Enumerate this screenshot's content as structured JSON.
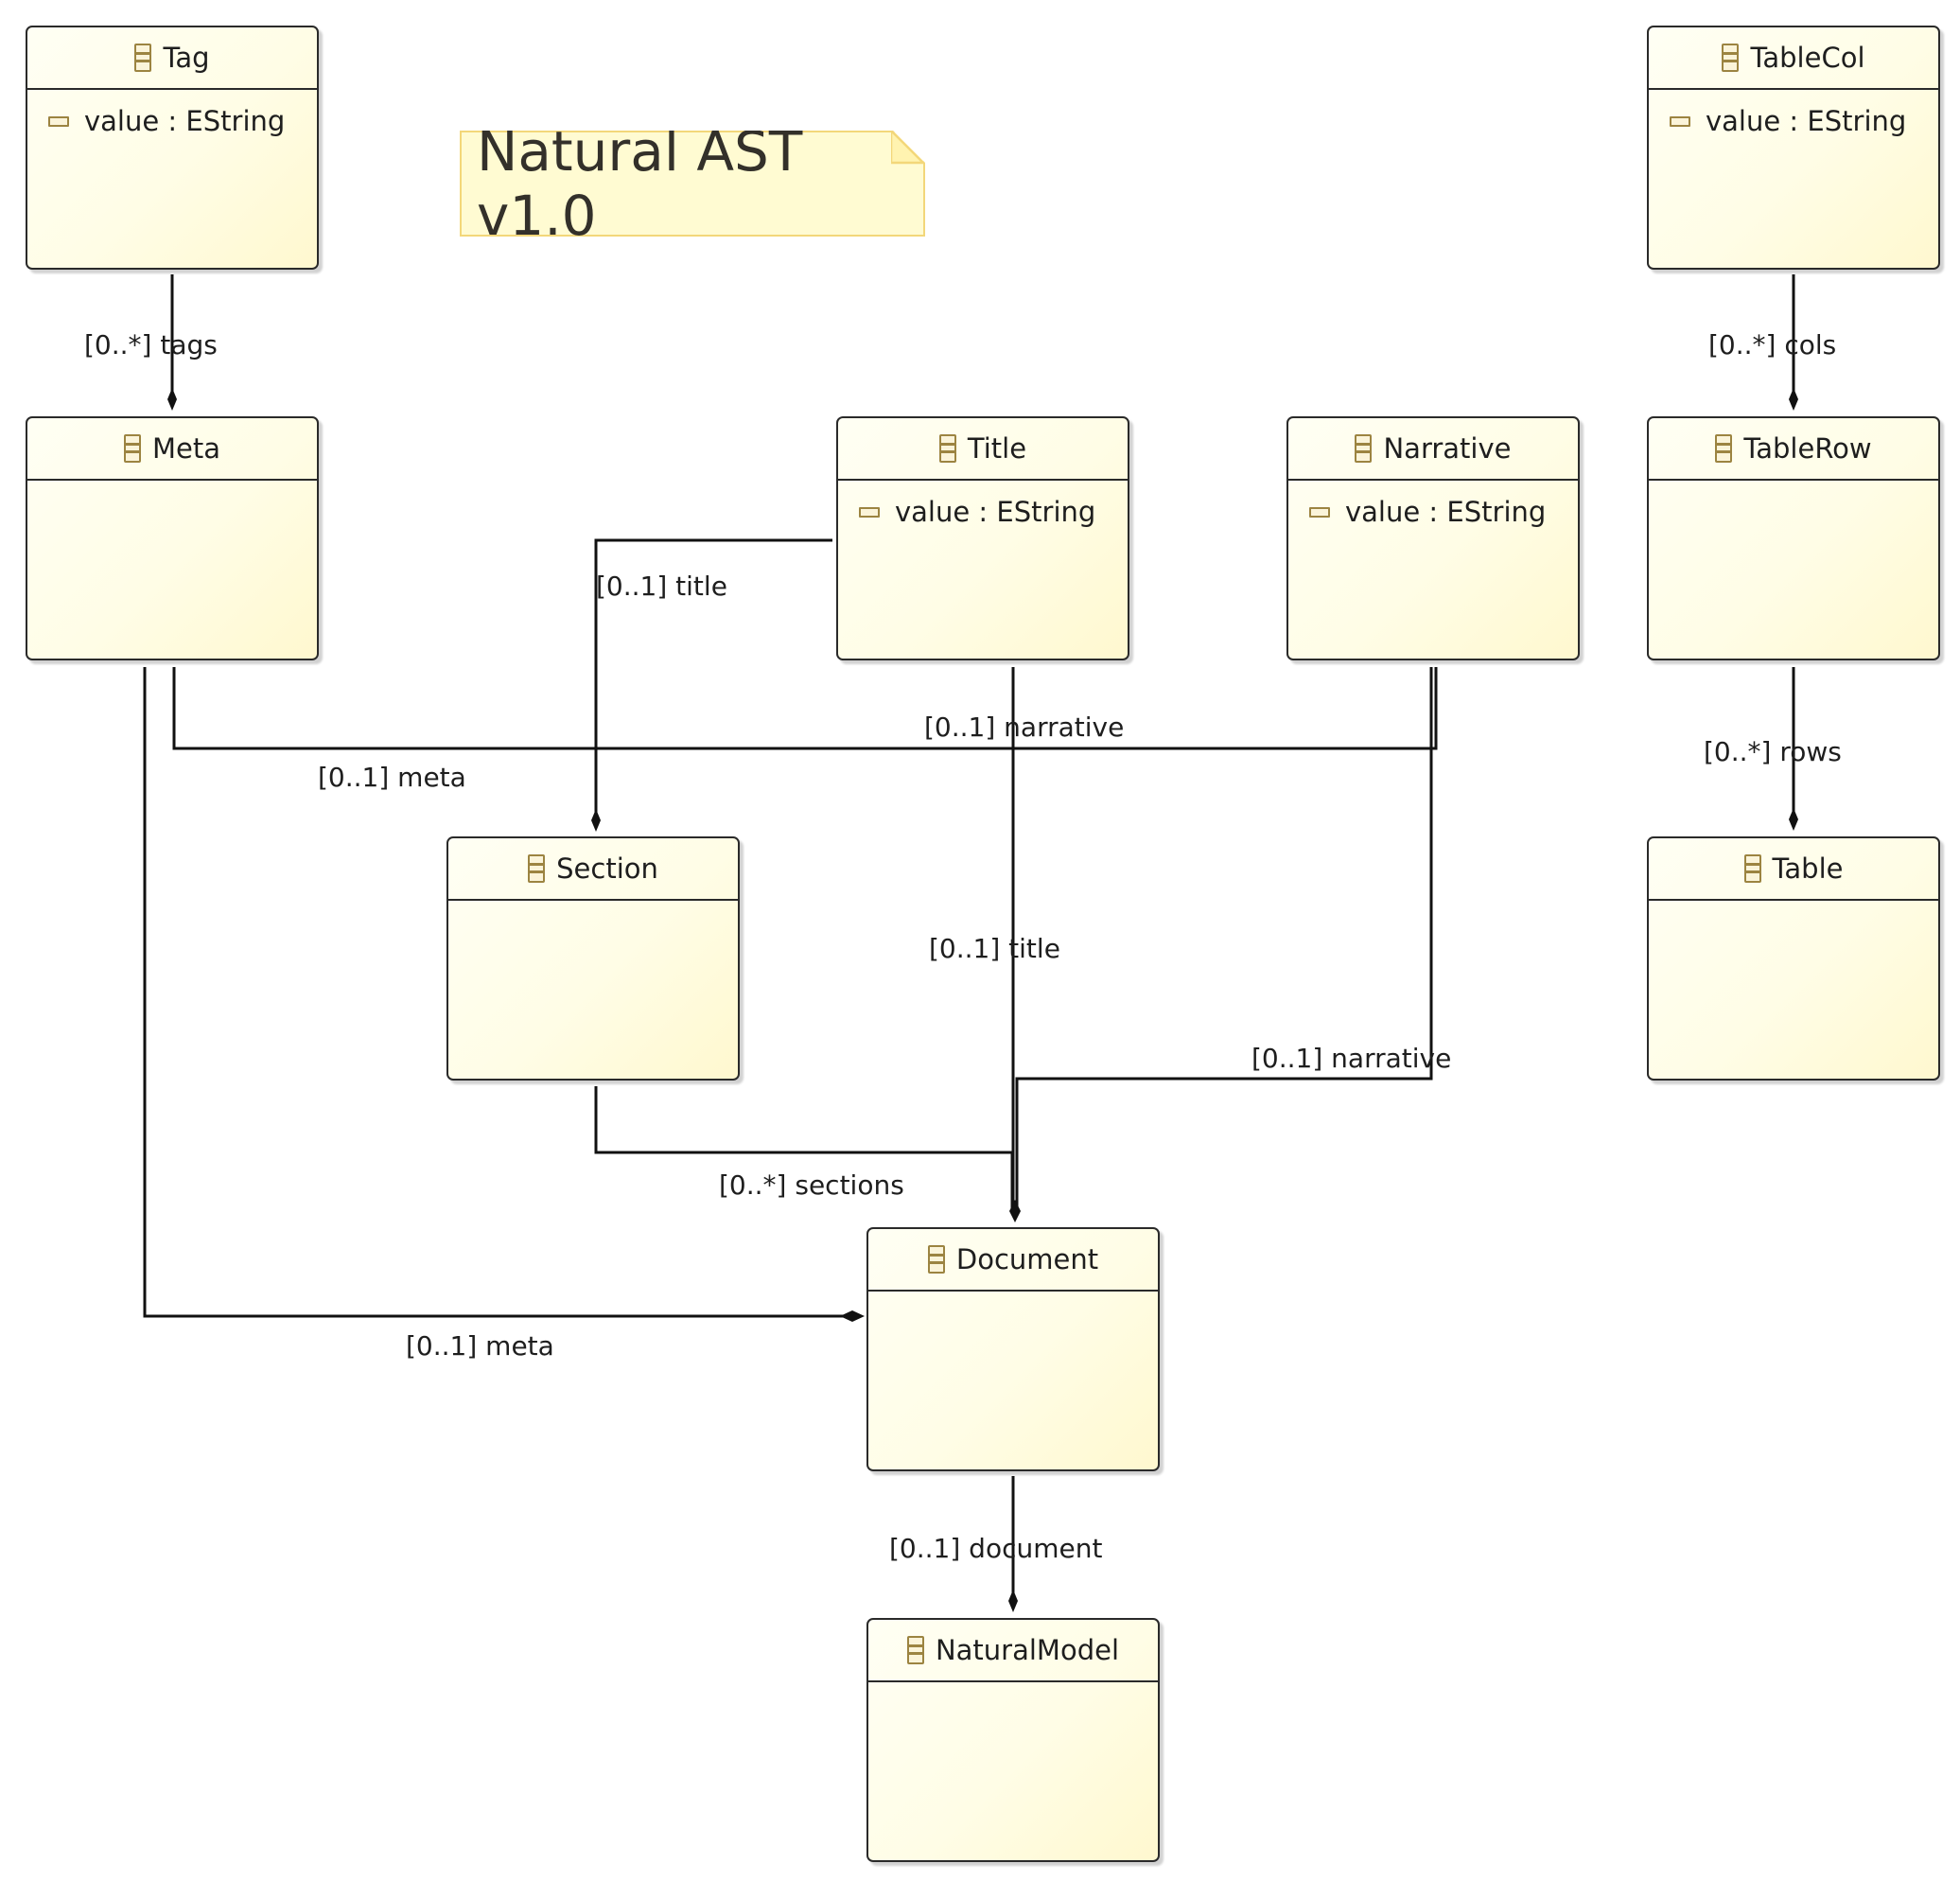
{
  "note": {
    "text": "Natural AST v1.0"
  },
  "classes": {
    "tag": {
      "name": "Tag",
      "attr": "value : EString"
    },
    "tablecol": {
      "name": "TableCol",
      "attr": "value : EString"
    },
    "meta": {
      "name": "Meta"
    },
    "title": {
      "name": "Title",
      "attr": "value : EString"
    },
    "narrative": {
      "name": "Narrative",
      "attr": "value : EString"
    },
    "tablerow": {
      "name": "TableRow"
    },
    "section": {
      "name": "Section"
    },
    "table": {
      "name": "Table"
    },
    "document": {
      "name": "Document"
    },
    "naturalmodel": {
      "name": "NaturalModel"
    }
  },
  "edges": {
    "tags": "[0..*] tags",
    "cols": "[0..*] cols",
    "section_title": "[0..1] title",
    "meta_narrative": "[0..1] narrative",
    "meta_meta": "[0..1] meta",
    "rows": "[0..*] rows",
    "document_title": "[0..1] title",
    "document_narrative": "[0..1] narrative",
    "sections": "[0..*] sections",
    "document_meta": "[0..1] meta",
    "document": "[0..1] document"
  },
  "colors": {
    "class_fill": "#fffde6",
    "class_border": "#2a2a2a",
    "icon": "#9c8441",
    "note_fill": "#fffbd2",
    "note_border": "#f3d77a",
    "line": "#111111"
  }
}
